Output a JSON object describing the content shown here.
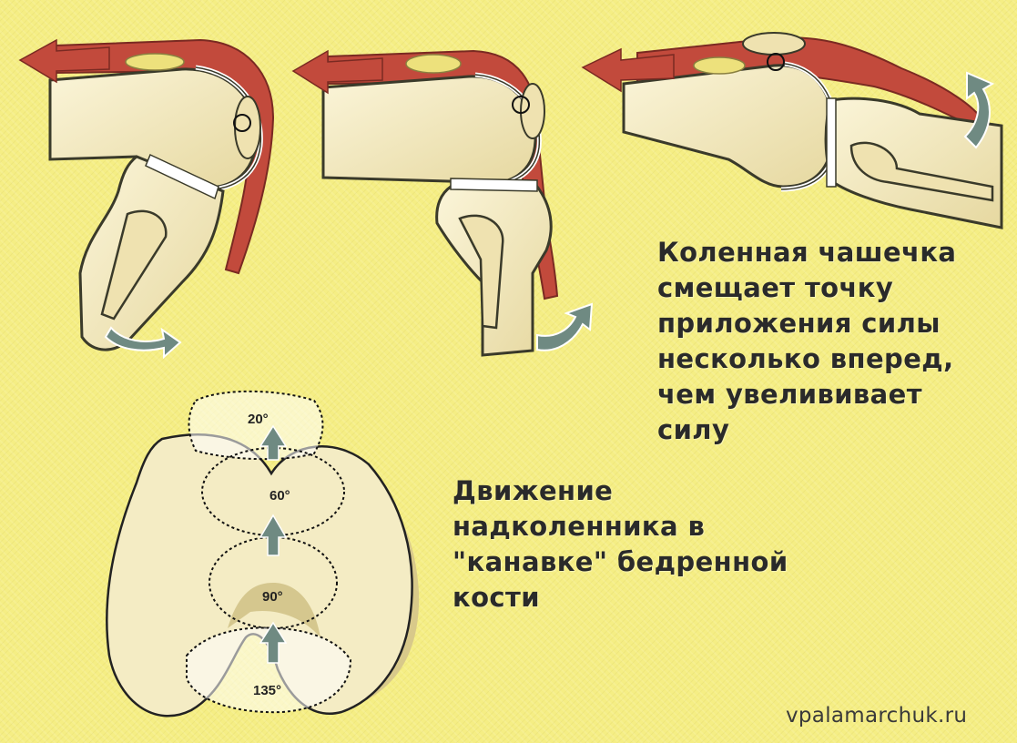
{
  "captions": {
    "patella_function": [
      "Коленная чашечка",
      "смещает точку",
      "приложения силы",
      "несколько вперед,",
      "чем увелививает",
      "силу"
    ],
    "groove_motion": [
      "Движение",
      "надколенника в",
      "\"канавке\" бедренной",
      "кости"
    ]
  },
  "angles": [
    "20°",
    "60°",
    "90°",
    "135°"
  ],
  "watermark": "vpalamarchuk.ru",
  "colors": {
    "background": "#f5ee84",
    "bone": "#f4ecc4",
    "bone_outline": "#3a3a2a",
    "tendon": "#c24a3c",
    "arrow": "#6f8a82",
    "text": "#2a2a2a"
  },
  "icons": [
    "tendon-pull-arrow-icon",
    "rotation-arrow-icon",
    "patella-contact-circle-icon"
  ]
}
